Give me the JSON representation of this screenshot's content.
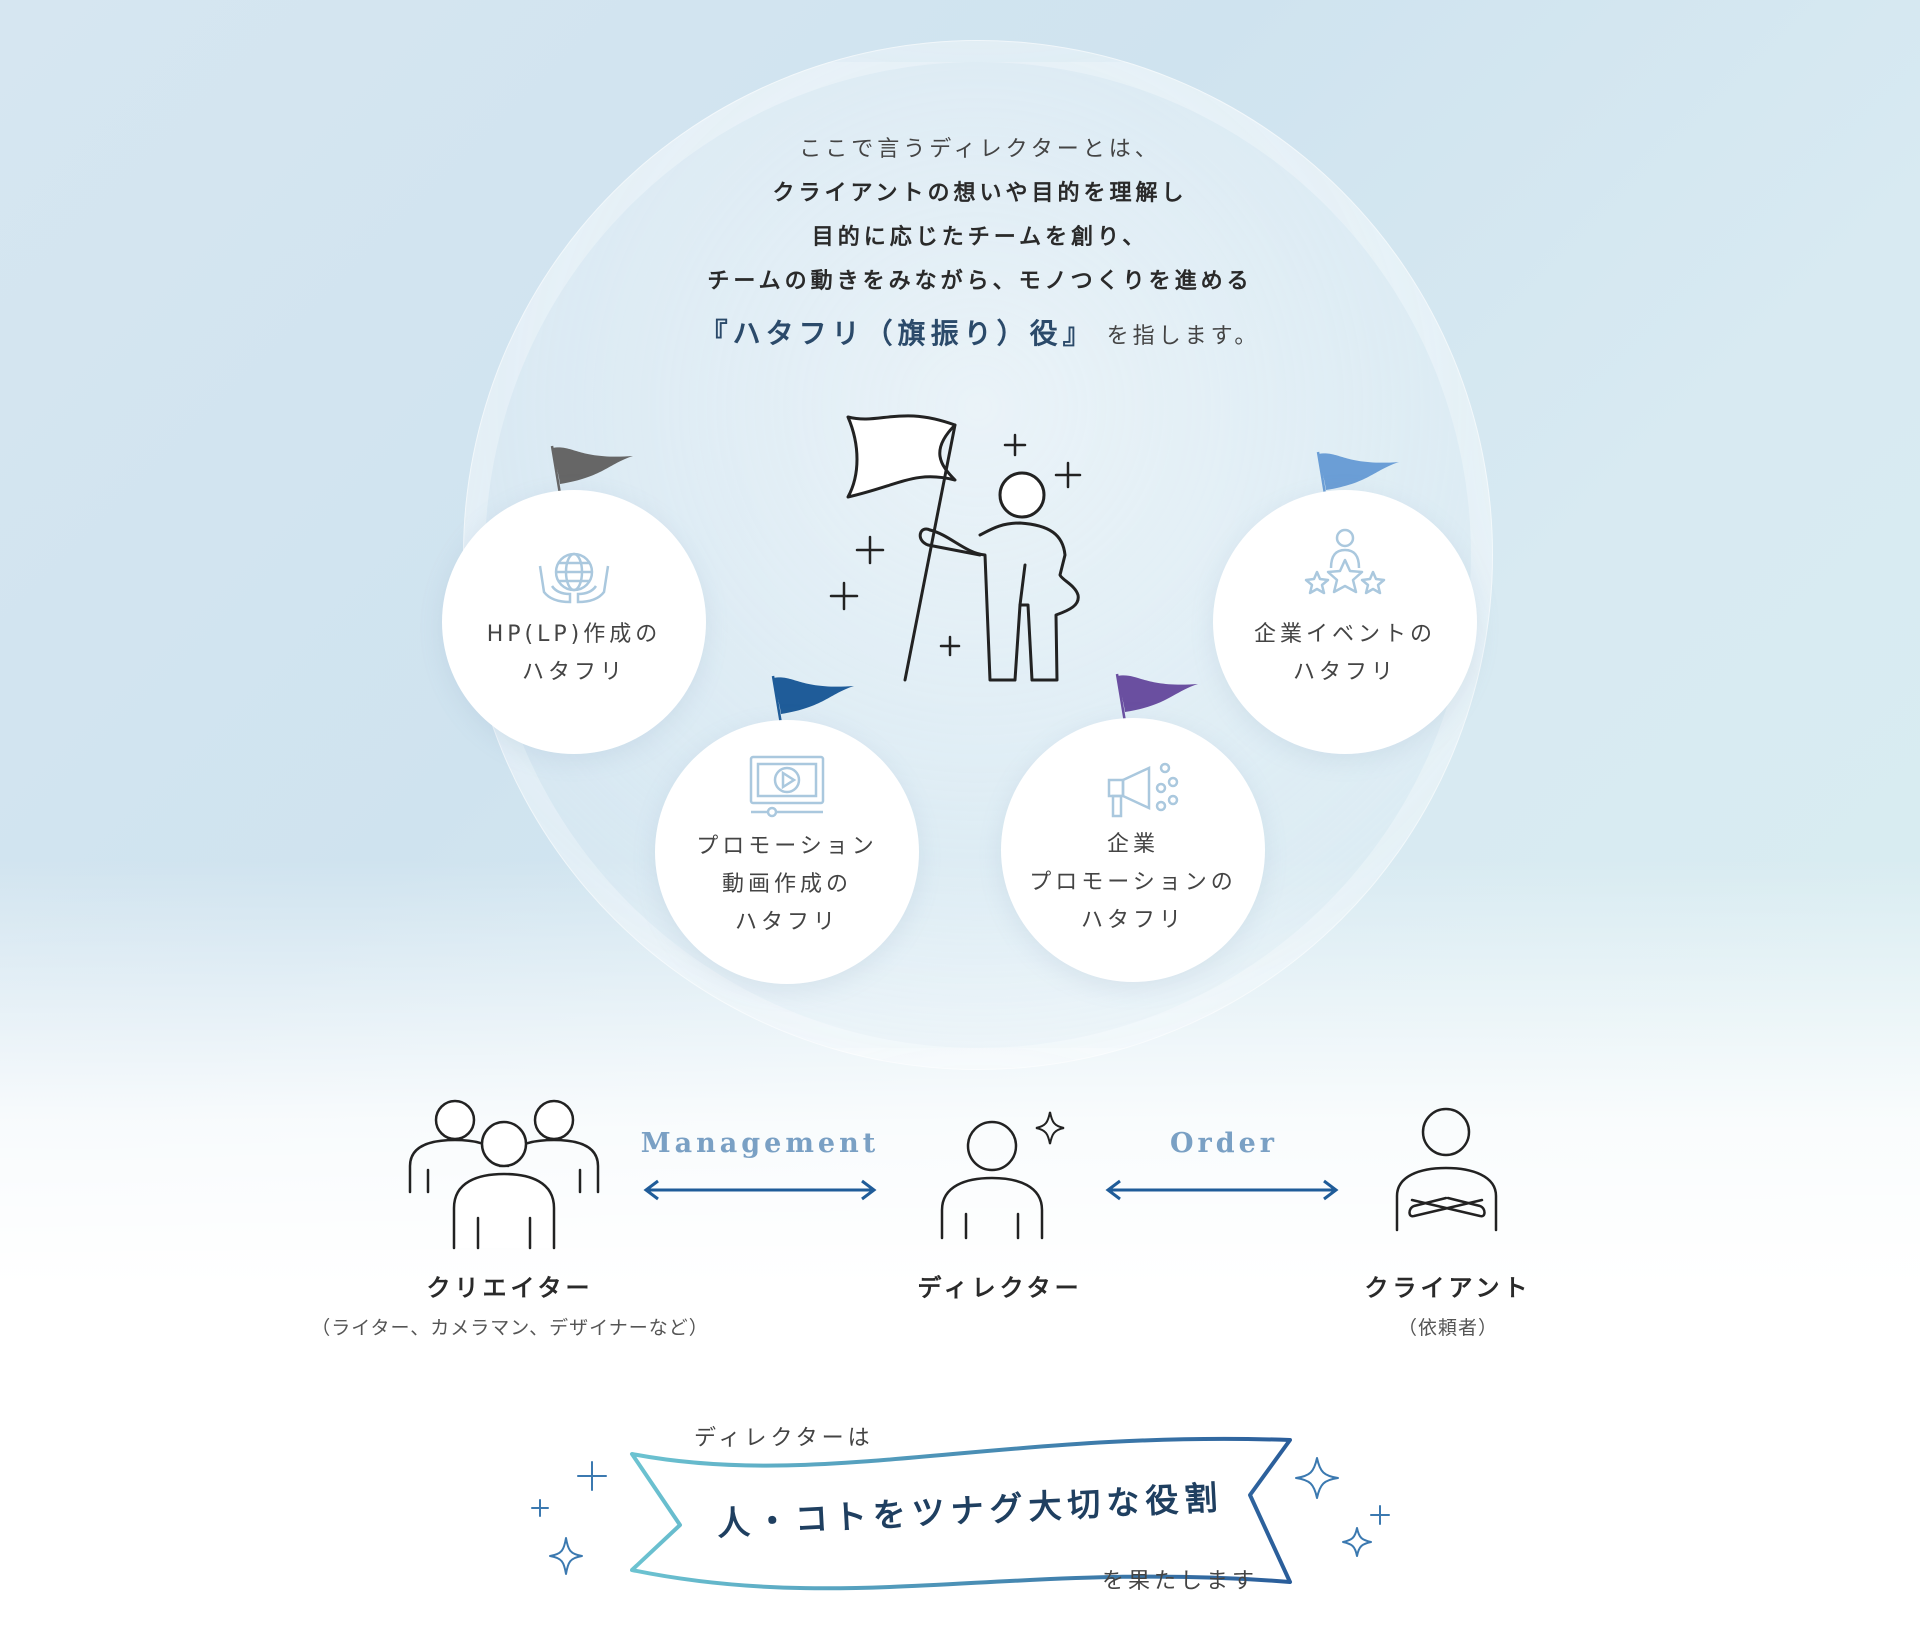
{
  "intro": {
    "line1": "ここで言うディレクターとは、",
    "line2": "クライアントの想いや目的を理解し",
    "line3": "目的に応じたチームを創り、",
    "line4": "チームの動きをみながら、モノつくりを進める",
    "emphasis": "『ハタフリ（旗振り）役』",
    "suffix": "を指します。"
  },
  "nodes": {
    "hp": {
      "label": "HP(LP)作成の\nハタフリ",
      "flag_color": "#666666",
      "icon": "globe-hands-icon"
    },
    "video": {
      "label": "プロモーション\n動画作成の\nハタフリ",
      "flag_color": "#1f5c99",
      "icon": "video-player-icon"
    },
    "promo": {
      "label": "企業\nプロモーションの\nハタフリ",
      "flag_color": "#6a4fa0",
      "icon": "megaphone-icon"
    },
    "event": {
      "label": "企業イベントの\nハタフリ",
      "flag_color": "#6b9ed6",
      "icon": "presenter-stars-icon"
    }
  },
  "roles": {
    "creator": {
      "label": "クリエイター",
      "sub": "（ライター、カメラマン、デザイナーなど）"
    },
    "director": {
      "label": "ディレクター"
    },
    "client": {
      "label": "クライアント",
      "sub": "（依頼者）"
    }
  },
  "arrows": {
    "management": "Management",
    "order": "Order",
    "color": "#1f5c99"
  },
  "ribbon": {
    "top": "ディレクターは",
    "main": "人・コトをツナグ大切な役割",
    "bottom": "を果たします",
    "gradient_start": "#6cc3d1",
    "gradient_end": "#2a5d9a"
  }
}
